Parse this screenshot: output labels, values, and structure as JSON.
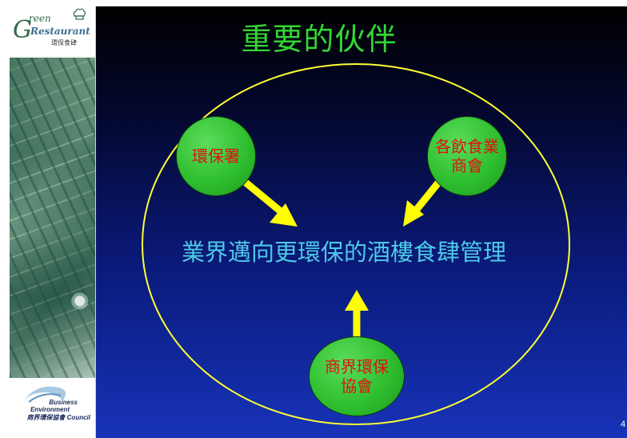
{
  "slide": {
    "title": "重要的伙伴",
    "center_text": "業界邁向更環保的酒樓食肆管理",
    "partners": [
      {
        "name": "環保署"
      },
      {
        "name": "各飲食業\n商會"
      },
      {
        "name": "商界環保\n協會"
      }
    ],
    "page_number": "4"
  },
  "logos": {
    "green_restaurant": {
      "letter": "G",
      "line1": "reen",
      "line2": "Restaurant",
      "chinese": "環保食肆"
    },
    "bec": {
      "line1": "Business",
      "line2": "Environment",
      "line3": "商界環保協會 Council"
    }
  },
  "colors": {
    "title": "#33d633",
    "center_text": "#4ec9e8",
    "node_fill": "#2fbf2f",
    "node_text": "#e01010",
    "ellipse": "#ffff33",
    "arrow": "#ffff00"
  }
}
